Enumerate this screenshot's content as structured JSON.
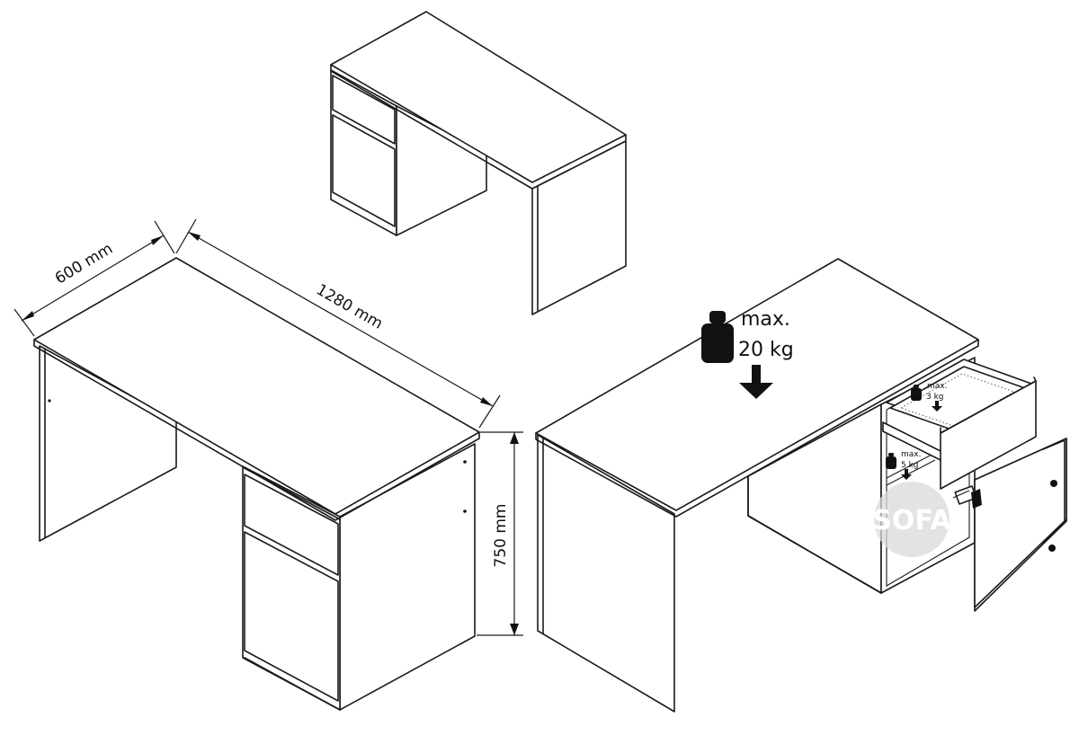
{
  "dimensions": {
    "depth": "600 mm",
    "width": "1280 mm",
    "height": "750 mm"
  },
  "load_limits": {
    "top": {
      "max": "max.",
      "value": "20 kg"
    },
    "drawer": {
      "max": "max.",
      "value": "3 kg"
    },
    "shelf": {
      "max": "max.",
      "value": "5 kg"
    }
  },
  "watermark": "SOFA",
  "colors": {
    "line": "#1a1a1a",
    "background": "#ffffff",
    "watermark": "#d9d9d9"
  }
}
